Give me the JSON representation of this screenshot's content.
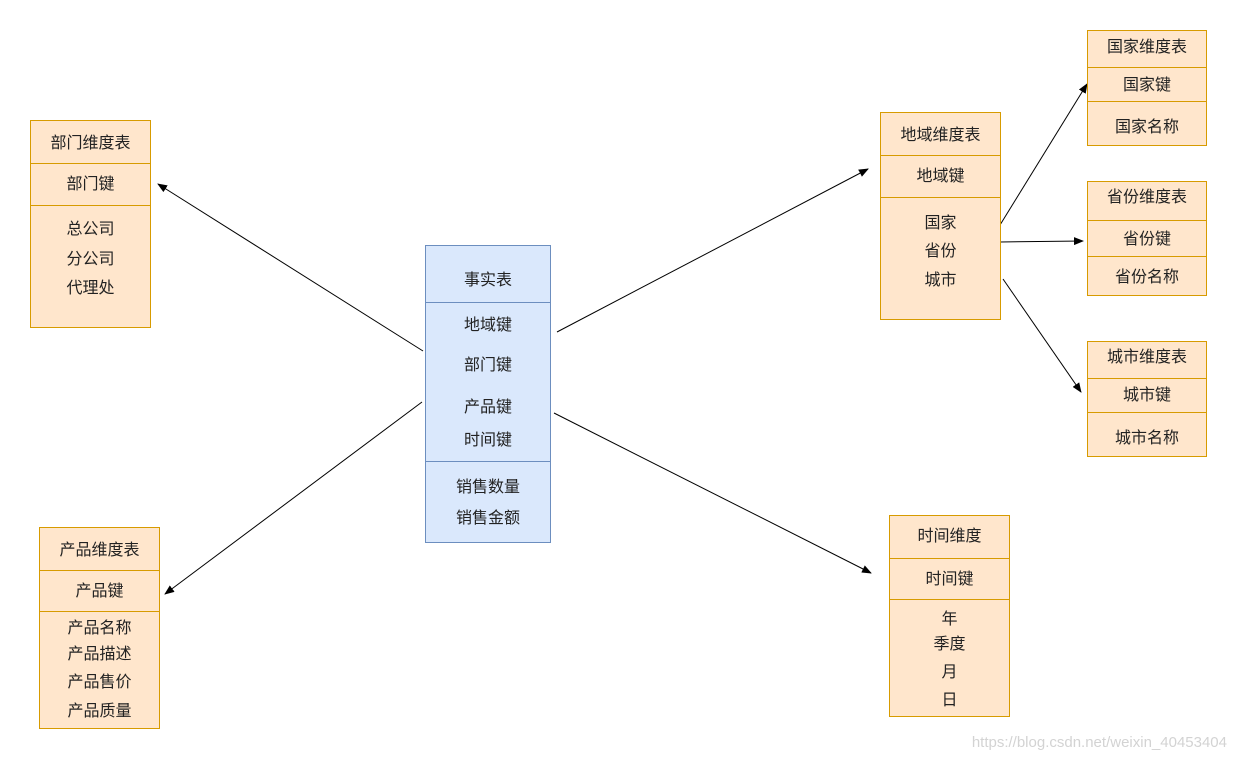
{
  "fact_table": {
    "title": "事实表",
    "keys": [
      "地域键",
      "部门键",
      "产品键",
      "时间键"
    ],
    "measures": [
      "销售数量",
      "销售金额"
    ]
  },
  "dept_table": {
    "title": "部门维度表",
    "key": "部门键",
    "attrs": [
      "总公司",
      "分公司",
      "代理处"
    ]
  },
  "product_table": {
    "title": "产品维度表",
    "key": "产品键",
    "attrs": [
      "产品名称",
      "产品描述",
      "产品售价",
      "产品质量"
    ]
  },
  "region_table": {
    "title": "地域维度表",
    "key": "地域键",
    "attrs": [
      "国家",
      "省份",
      "城市"
    ]
  },
  "time_table": {
    "title": "时间维度",
    "key": "时间键",
    "attrs": [
      "年",
      "季度",
      "月",
      "日"
    ]
  },
  "country_table": {
    "title": "国家维度表",
    "key": "国家键",
    "attr": "国家名称"
  },
  "province_table": {
    "title": "省份维度表",
    "key": "省份键",
    "attr": "省份名称"
  },
  "city_table": {
    "title": "城市维度表",
    "key": "城市键",
    "attr": "城市名称"
  },
  "watermark": "https://blog.csdn.net/weixin_40453404"
}
